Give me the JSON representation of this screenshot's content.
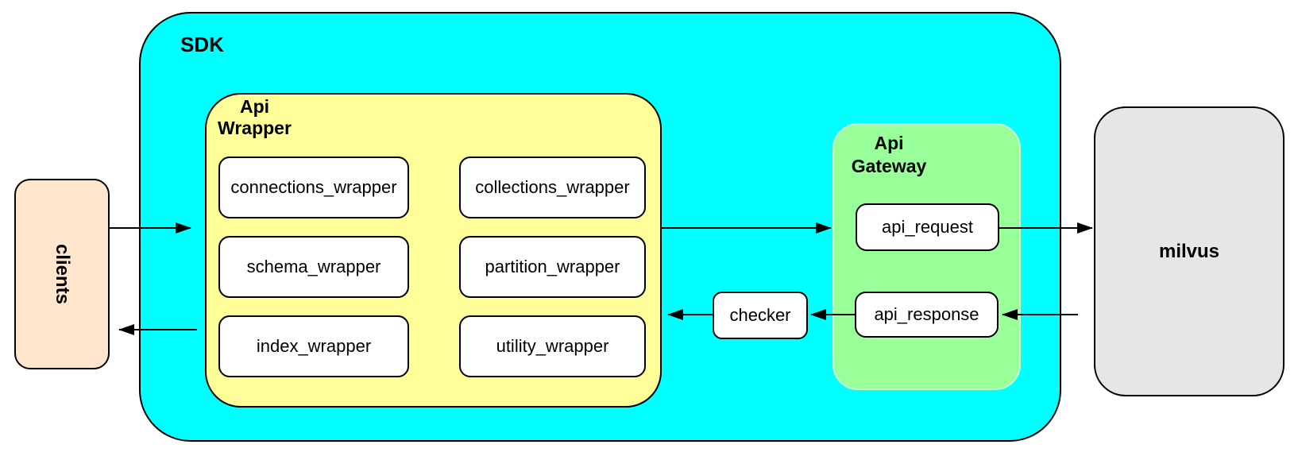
{
  "colors": {
    "background": "#ffffff",
    "sdk_fill": "#00ffff",
    "api_wrapper_fill": "#ffff99",
    "api_gateway_fill": "#99ff99",
    "api_gateway_border": "#ccffcc",
    "clients_fill": "#ffe6cc",
    "milvus_fill": "#e6e6e6",
    "module_fill": "#ffffff",
    "stroke": "#000000"
  },
  "nodes": {
    "clients": {
      "label": "clients"
    },
    "sdk": {
      "label": "SDK"
    },
    "api_wrapper": {
      "label_line1": "Api",
      "label_line2": "Wrapper"
    },
    "modules": [
      {
        "label": "connections_wrapper"
      },
      {
        "label": "collections_wrapper"
      },
      {
        "label": "schema_wrapper"
      },
      {
        "label": "partition_wrapper"
      },
      {
        "label": "index_wrapper"
      },
      {
        "label": "utility_wrapper"
      }
    ],
    "checker": {
      "label": "checker"
    },
    "api_gateway": {
      "label_line1": "Api",
      "label_line2": "Gateway"
    },
    "api_request": {
      "label": "api_request"
    },
    "api_response": {
      "label": "api_response"
    },
    "milvus": {
      "label": "milvus"
    }
  }
}
